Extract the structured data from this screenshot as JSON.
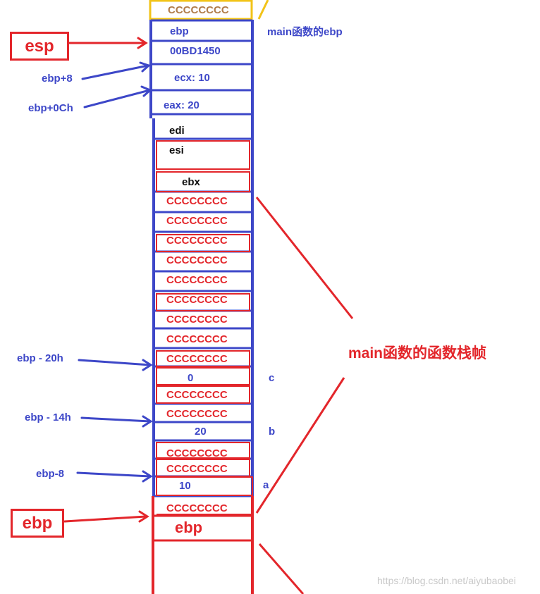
{
  "colors": {
    "blue": "#3d47c8",
    "red": "#e3262b",
    "gold": "#f2c318",
    "black": "#111111",
    "tan": "#b07c4a"
  },
  "stack": {
    "top_fill": "CCCCCCCC",
    "saved_main_ebp": "ebp",
    "return_addr": "00BD1450",
    "ecx_label": "ecx:",
    "ecx_value": "10",
    "eax_label": "eax:",
    "eax_value": "20",
    "edi": "edi",
    "esi": "esi",
    "ebx": "ebx",
    "fill": "CCCCCCCC",
    "var_c": "0",
    "var_b": "20",
    "var_a": "10",
    "ebp_slot": "ebp"
  },
  "right_labels": {
    "main_ebp": "main函数的ebp",
    "c": "c",
    "b": "b",
    "a": "a",
    "frame_title": "main函数的函数栈帧"
  },
  "pointers": {
    "esp": "esp",
    "ebp8": "ebp+8",
    "ebp0c": "ebp+0Ch",
    "ebp20": "ebp - 20h",
    "ebp14": "ebp - 14h",
    "ebpm8": "ebp-8",
    "ebp": "ebp"
  },
  "watermark": "https://blog.csdn.net/aiyubaobei"
}
